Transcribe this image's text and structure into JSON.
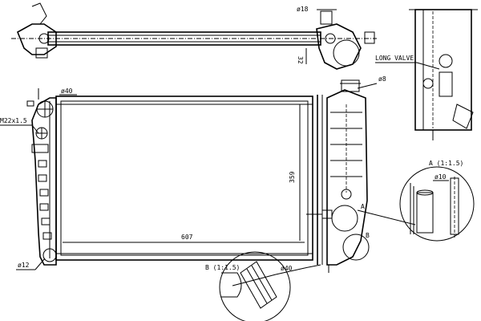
{
  "labels": {
    "top_diameter": "ø18",
    "top_height": "32",
    "long_valve": "LONG VALVE",
    "left_pipe_diameter": "ø40",
    "cap_diameter": "ø8",
    "thread": "M22x1.5",
    "core_height": "359",
    "core_width": "607",
    "marker_a": "A",
    "marker_b": "B",
    "detail_a_title": "A (1:1.5)",
    "detail_a_diameter": "ø10",
    "detail_b_title": "B (1:1.5)",
    "detail_b_diameter": "ø40",
    "bottom_left_diameter": "ø12"
  }
}
